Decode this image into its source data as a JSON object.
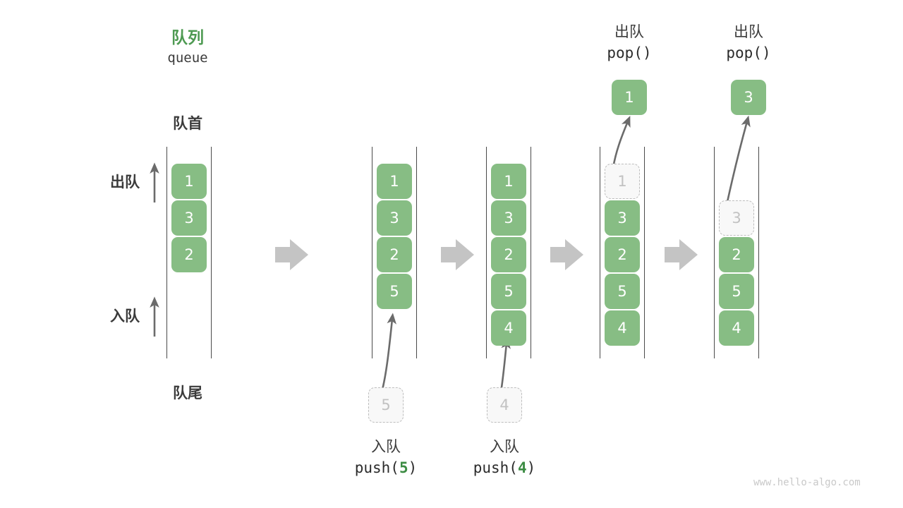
{
  "header": {
    "title_cn": "队列",
    "title_en": "queue",
    "front_label": "队首",
    "rear_label": "队尾",
    "dequeue_side_label": "出队",
    "enqueue_side_label": "入队"
  },
  "colors": {
    "accent_green": "#4e9a52",
    "cell_green": "#87bd84",
    "ghost_gray": "#bdbdbd",
    "text_dark": "#3b3b3b",
    "flow_arrow_gray": "#c4c4c4",
    "rail_gray": "#4a4a4a",
    "watermark_gray": "#c9c9c9"
  },
  "stages": [
    {
      "id": "initial",
      "cells": [
        {
          "value": "1",
          "state": "filled"
        },
        {
          "value": "3",
          "state": "filled"
        },
        {
          "value": "2",
          "state": "filled"
        }
      ],
      "caption_cn": "",
      "caption_code": "",
      "caption_arg": "",
      "incoming": null,
      "outgoing": null
    },
    {
      "id": "push-5",
      "cells": [
        {
          "value": "1",
          "state": "filled"
        },
        {
          "value": "3",
          "state": "filled"
        },
        {
          "value": "2",
          "state": "filled"
        },
        {
          "value": "5",
          "state": "filled"
        }
      ],
      "caption_cn": "入队",
      "caption_code_prefix": "push(",
      "caption_arg": "5",
      "caption_code_suffix": ")",
      "incoming": {
        "value": "5",
        "state": "ghost"
      },
      "outgoing": null
    },
    {
      "id": "push-4",
      "cells": [
        {
          "value": "1",
          "state": "filled"
        },
        {
          "value": "3",
          "state": "filled"
        },
        {
          "value": "2",
          "state": "filled"
        },
        {
          "value": "5",
          "state": "filled"
        },
        {
          "value": "4",
          "state": "filled"
        }
      ],
      "caption_cn": "入队",
      "caption_code_prefix": "push(",
      "caption_arg": "4",
      "caption_code_suffix": ")",
      "incoming": {
        "value": "4",
        "state": "ghost"
      },
      "outgoing": null
    },
    {
      "id": "pop-1",
      "cells": [
        {
          "value": "1",
          "state": "ghost"
        },
        {
          "value": "3",
          "state": "filled"
        },
        {
          "value": "2",
          "state": "filled"
        },
        {
          "value": "5",
          "state": "filled"
        },
        {
          "value": "4",
          "state": "filled"
        }
      ],
      "top_cn": "出队",
      "top_code": "pop()",
      "popped": {
        "value": "1",
        "state": "filled"
      }
    },
    {
      "id": "pop-3",
      "cells": [
        {
          "value": "3",
          "state": "ghost"
        },
        {
          "value": "2",
          "state": "filled"
        },
        {
          "value": "5",
          "state": "filled"
        },
        {
          "value": "4",
          "state": "filled"
        }
      ],
      "top_cn": "出队",
      "top_code": "pop()",
      "popped": {
        "value": "3",
        "state": "filled"
      }
    }
  ],
  "flow_arrows": [
    {
      "name": "flow-arrow-1"
    },
    {
      "name": "flow-arrow-2"
    },
    {
      "name": "flow-arrow-3"
    },
    {
      "name": "flow-arrow-4"
    }
  ],
  "watermark": "www.hello-algo.com"
}
